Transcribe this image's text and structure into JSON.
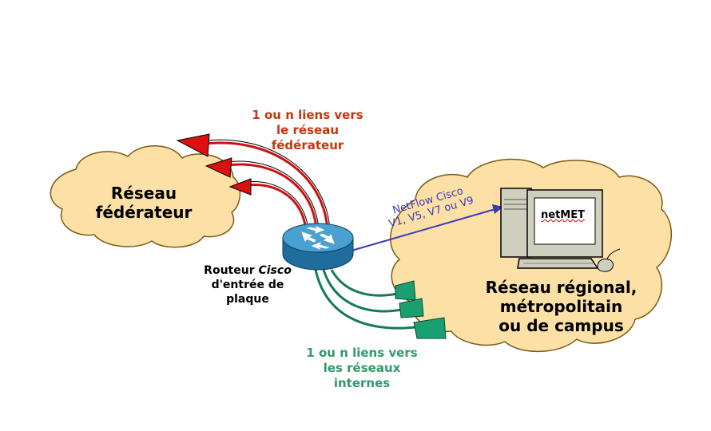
{
  "labels": {
    "federateur_links": [
      "1 ou n liens vers",
      "le réseau",
      "fédérateur"
    ],
    "internal_links": [
      "1 ou n liens vers",
      "les réseaux",
      "internes"
    ],
    "federateur_cloud": [
      "Réseau",
      "fédérateur"
    ],
    "regional_cloud": [
      "Réseau régional,",
      "métropolitain",
      "ou de campus"
    ],
    "router": {
      "prefix": "Routeur ",
      "brand": "Cisco",
      "line2": "d'entrée de",
      "line3": "plaque"
    },
    "netflow": [
      "NetFlow Cisco",
      "V1, V5, V7 ou V9"
    ],
    "screen": "netMET"
  },
  "colors": {
    "cloud_fill": "#fde0a6",
    "cloud_stroke": "#7a5a14",
    "red": "#dd1010",
    "red_text": "#c8350c",
    "green": "#1aa070",
    "green_text": "#2f9a6a",
    "netflow_arrow": "#3a3ab8",
    "router": "#2a7fb0"
  }
}
